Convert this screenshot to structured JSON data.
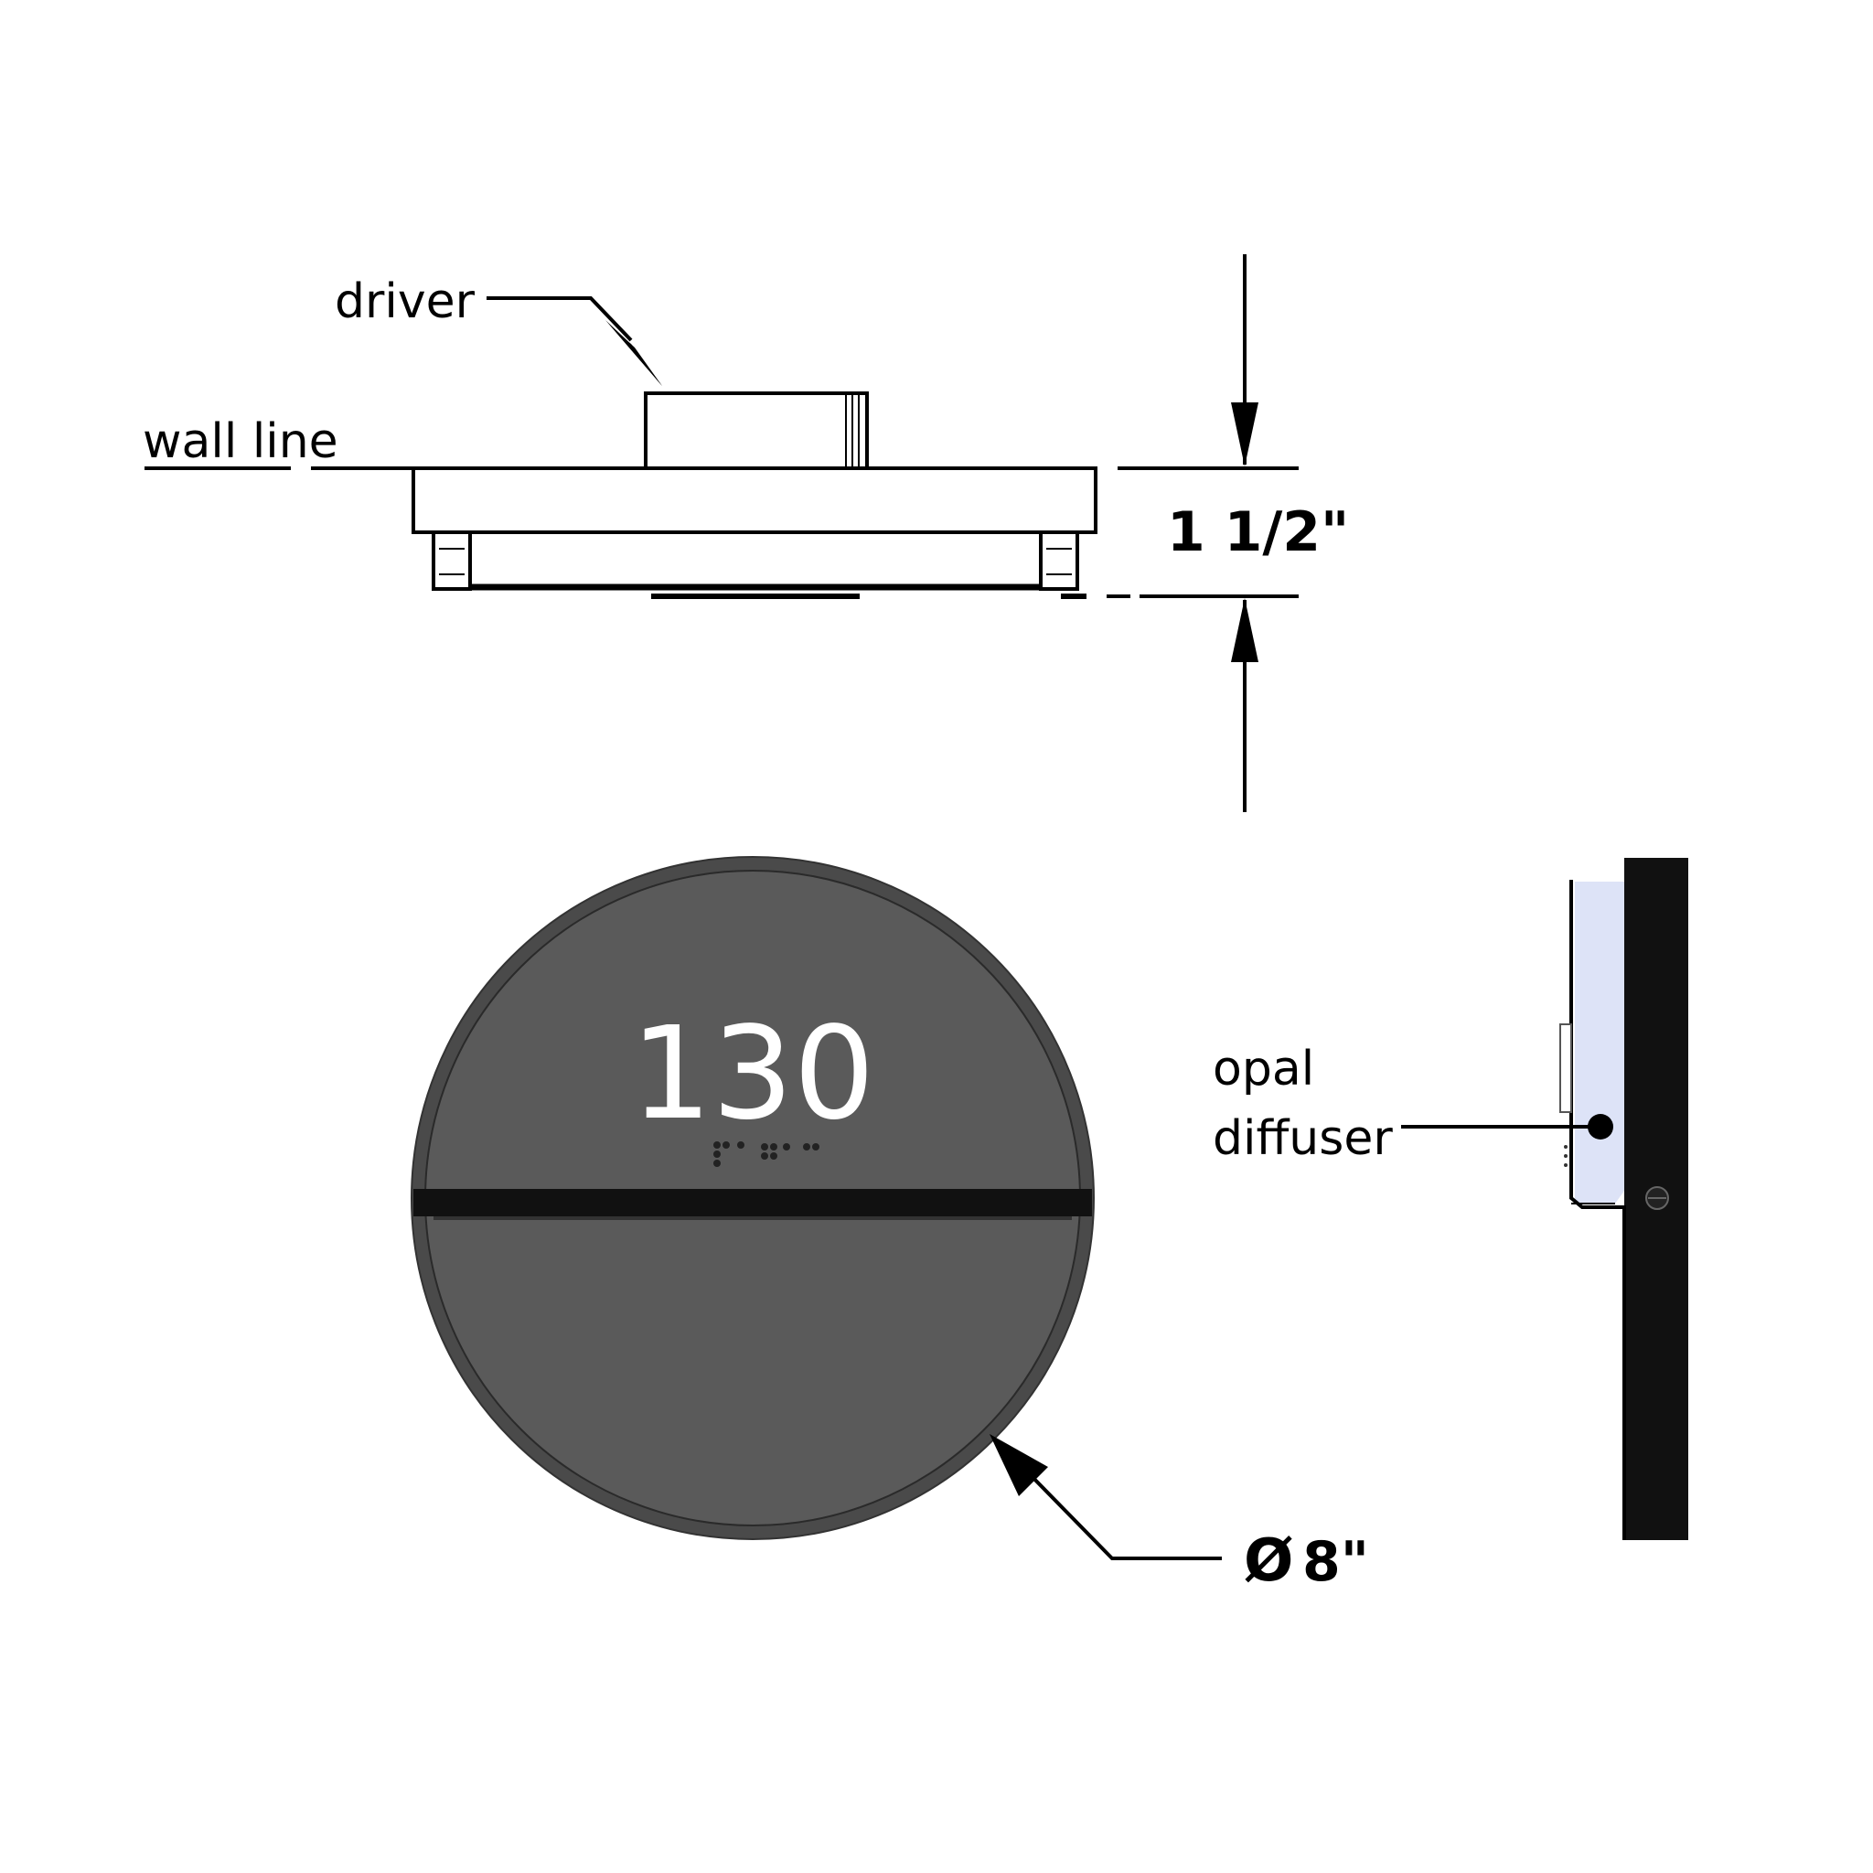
{
  "labels": {
    "driver": "driver",
    "wall_line": "wall line",
    "height_dim": "1 1/2\"",
    "diameter_symbol": "Ø",
    "diameter_dim": "8\"",
    "diffuser_line1": "opal",
    "diffuser_line2": "diffuser"
  },
  "sign": {
    "room_number": "130",
    "face_color": "#5a5a5a",
    "rim_color": "#4a4a4a",
    "bar_color": "#111111"
  },
  "side_view": {
    "body_color": "#111111",
    "lens_color": "#dde3f7"
  },
  "icons": {
    "arrowheads": "filled-triangle-arrow",
    "leader_dot": "filled-circle"
  }
}
